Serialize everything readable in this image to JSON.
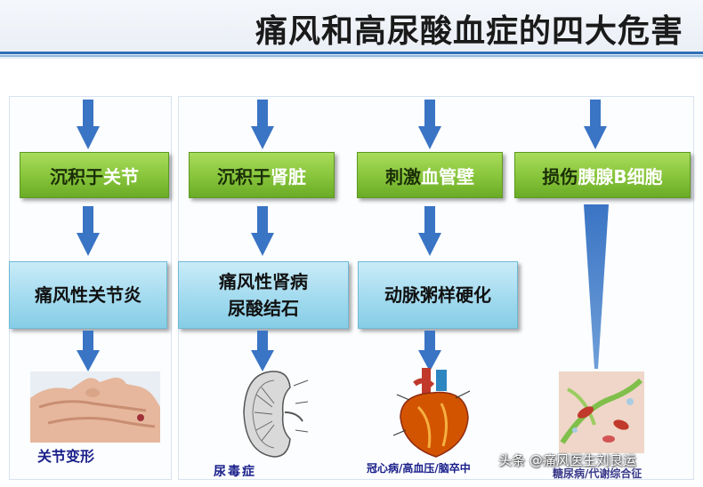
{
  "title": "痛风和高尿酸血症的四大危害",
  "columns": [
    {
      "green_prefix": "沉积于",
      "green_highlight": "关节",
      "blue_lines": [
        "痛风性关节炎"
      ],
      "caption": "关节变形",
      "image": "hand-deformity-image"
    },
    {
      "green_prefix": "沉积于 ",
      "green_highlight": "肾脏",
      "blue_lines": [
        "痛风性肾病",
        "尿酸结石"
      ],
      "caption": "尿毒症",
      "image": "kidney-image"
    },
    {
      "green_prefix": "刺激 ",
      "green_highlight": "血管壁",
      "blue_lines": [
        "动脉粥样硬化"
      ],
      "caption": "冠心病/高血压/脑卒中",
      "image": "heart-image"
    },
    {
      "green_prefix": "损伤 ",
      "green_highlight": "胰腺B细胞",
      "blue_lines": [],
      "caption": "糖尿病/代谢综合征",
      "image": "pancreas-cell-image"
    }
  ],
  "watermark": "头条 @痛风医生刘良运",
  "colors": {
    "arrow": "#3a74c4",
    "green_box": "#86c43a",
    "blue_box": "#9fd9ee",
    "header_rule": "#2f6fb8",
    "caption": "#1a1f8a"
  }
}
